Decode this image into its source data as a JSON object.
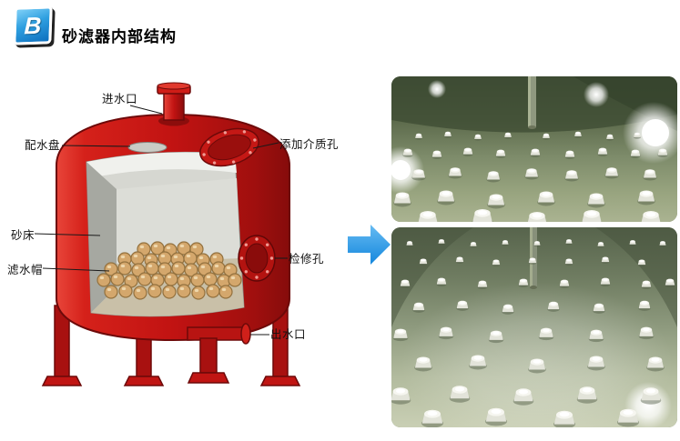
{
  "header": {
    "badge_letter": "B",
    "title": "砂滤器内部结构"
  },
  "diagram": {
    "labels": {
      "inlet": "进水口",
      "distribution_plate": "配水盘",
      "media_hole": "添加介质孔",
      "sand_bed": "砂床",
      "filter_cap": "滤水帽",
      "inspection_hole": "检修孔",
      "outlet": "出水口"
    }
  },
  "colors": {
    "tank_red": "#c01212",
    "arrow_blue": "#2f9be8",
    "badge_blue": "#1487dd"
  }
}
